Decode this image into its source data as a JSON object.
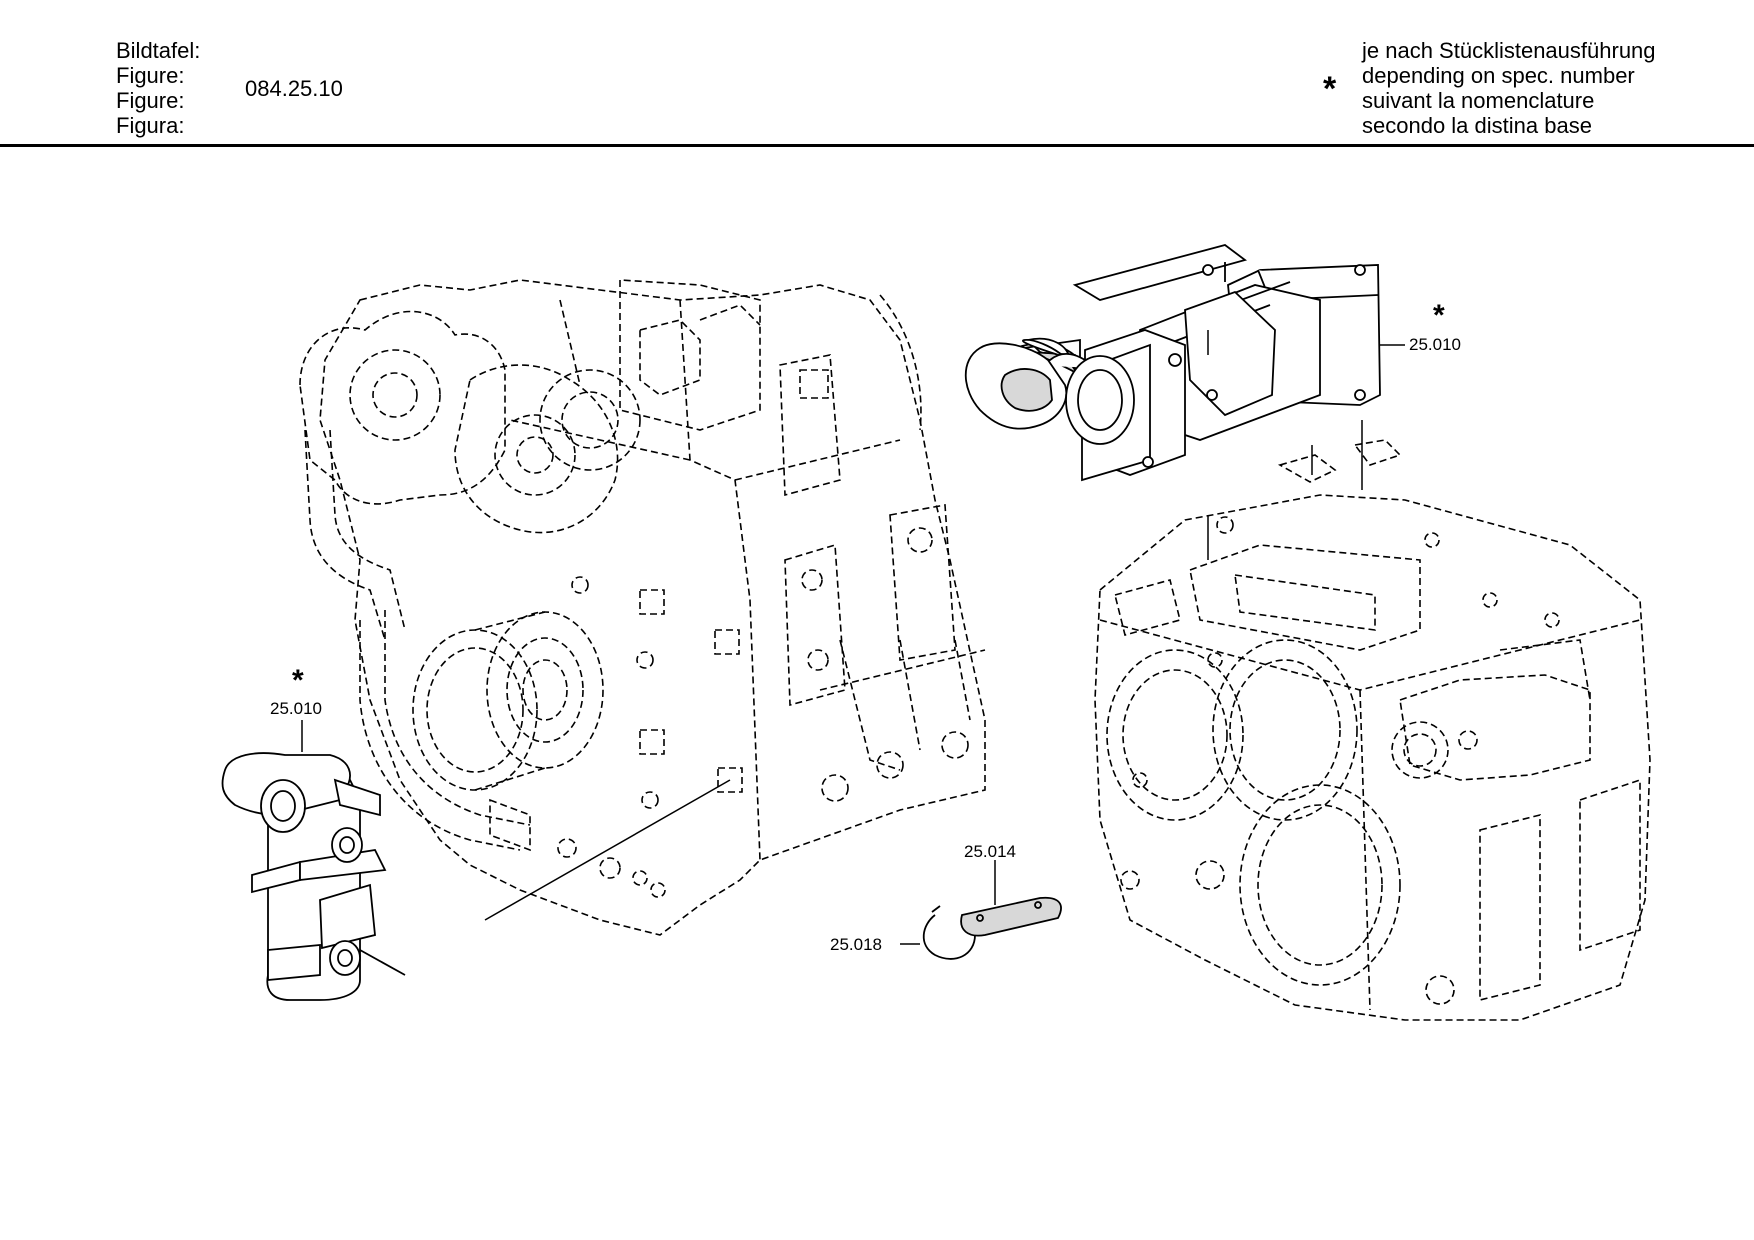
{
  "header": {
    "labels": [
      "Bildtafel:",
      "Figure:",
      "Figure:",
      "Figura:"
    ],
    "figure_number": "084.25.10",
    "variant_marker": "*",
    "variant_notes": [
      "je nach Stücklistenausführung",
      "depending on spec. number",
      "suivant la nomenclature",
      "secondo la distina base"
    ]
  },
  "callouts": {
    "left_filter": {
      "part_number": "25.010",
      "marker": "*"
    },
    "right_filter": {
      "part_number": "25.010",
      "marker": "*"
    },
    "plate": {
      "part_number": "25.014"
    },
    "clip": {
      "part_number": "25.018"
    }
  }
}
